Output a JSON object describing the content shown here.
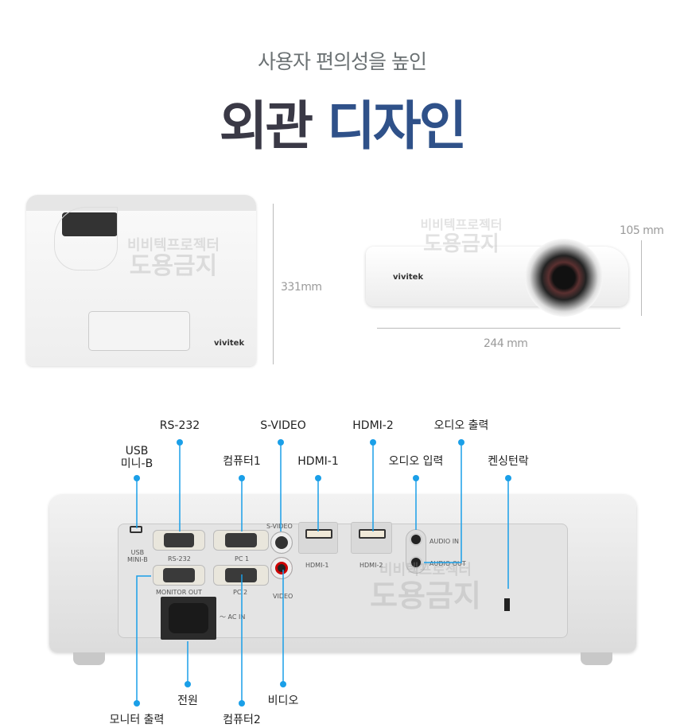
{
  "header": {
    "subtitle": "사용자 편의성을 높인",
    "title_part1": "외관",
    "title_part2": "디자인"
  },
  "watermark": {
    "line1": "비비텍프로젝터",
    "line2": "도용금지"
  },
  "brand": "vivitek",
  "dimensions": {
    "depth": "331mm",
    "height": "105 mm",
    "width": "244 mm"
  },
  "callouts_top": [
    {
      "id": "usb",
      "label": "USB\n미니-B"
    },
    {
      "id": "rs232",
      "label": "RS-232"
    },
    {
      "id": "svideo",
      "label": "S-VIDEO"
    },
    {
      "id": "hdmi2",
      "label": "HDMI-2"
    },
    {
      "id": "audio_out",
      "label": "오디오 출력"
    },
    {
      "id": "pc1",
      "label": "컴퓨터1"
    },
    {
      "id": "hdmi1",
      "label": "HDMI-1"
    },
    {
      "id": "audio_in",
      "label": "오디오 입력"
    },
    {
      "id": "kensington",
      "label": "켄싱턴락"
    }
  ],
  "callouts_bottom": [
    {
      "id": "power",
      "label": "전원"
    },
    {
      "id": "video",
      "label": "비디오"
    },
    {
      "id": "monitor_out",
      "label": "모니터 출력"
    },
    {
      "id": "pc2",
      "label": "컴퓨터2"
    }
  ],
  "port_labels": {
    "usb1": "USB",
    "usb2": "MINI-B",
    "rs232": "RS-232",
    "pc1": "PC 1",
    "pc2": "PC 2",
    "monitor_out": "MONITOR OUT",
    "svideo": "S-VIDEO",
    "video": "VIDEO",
    "hdmi1": "HDMI-1",
    "hdmi2": "HDMI-2",
    "audio_in": "AUDIO IN",
    "audio_out": "AUDIO OUT",
    "ac_in": "～ AC IN"
  },
  "colors": {
    "accent": "#1a9fe8",
    "title_dark": "#3a3946",
    "title_blue": "#2f5189"
  }
}
